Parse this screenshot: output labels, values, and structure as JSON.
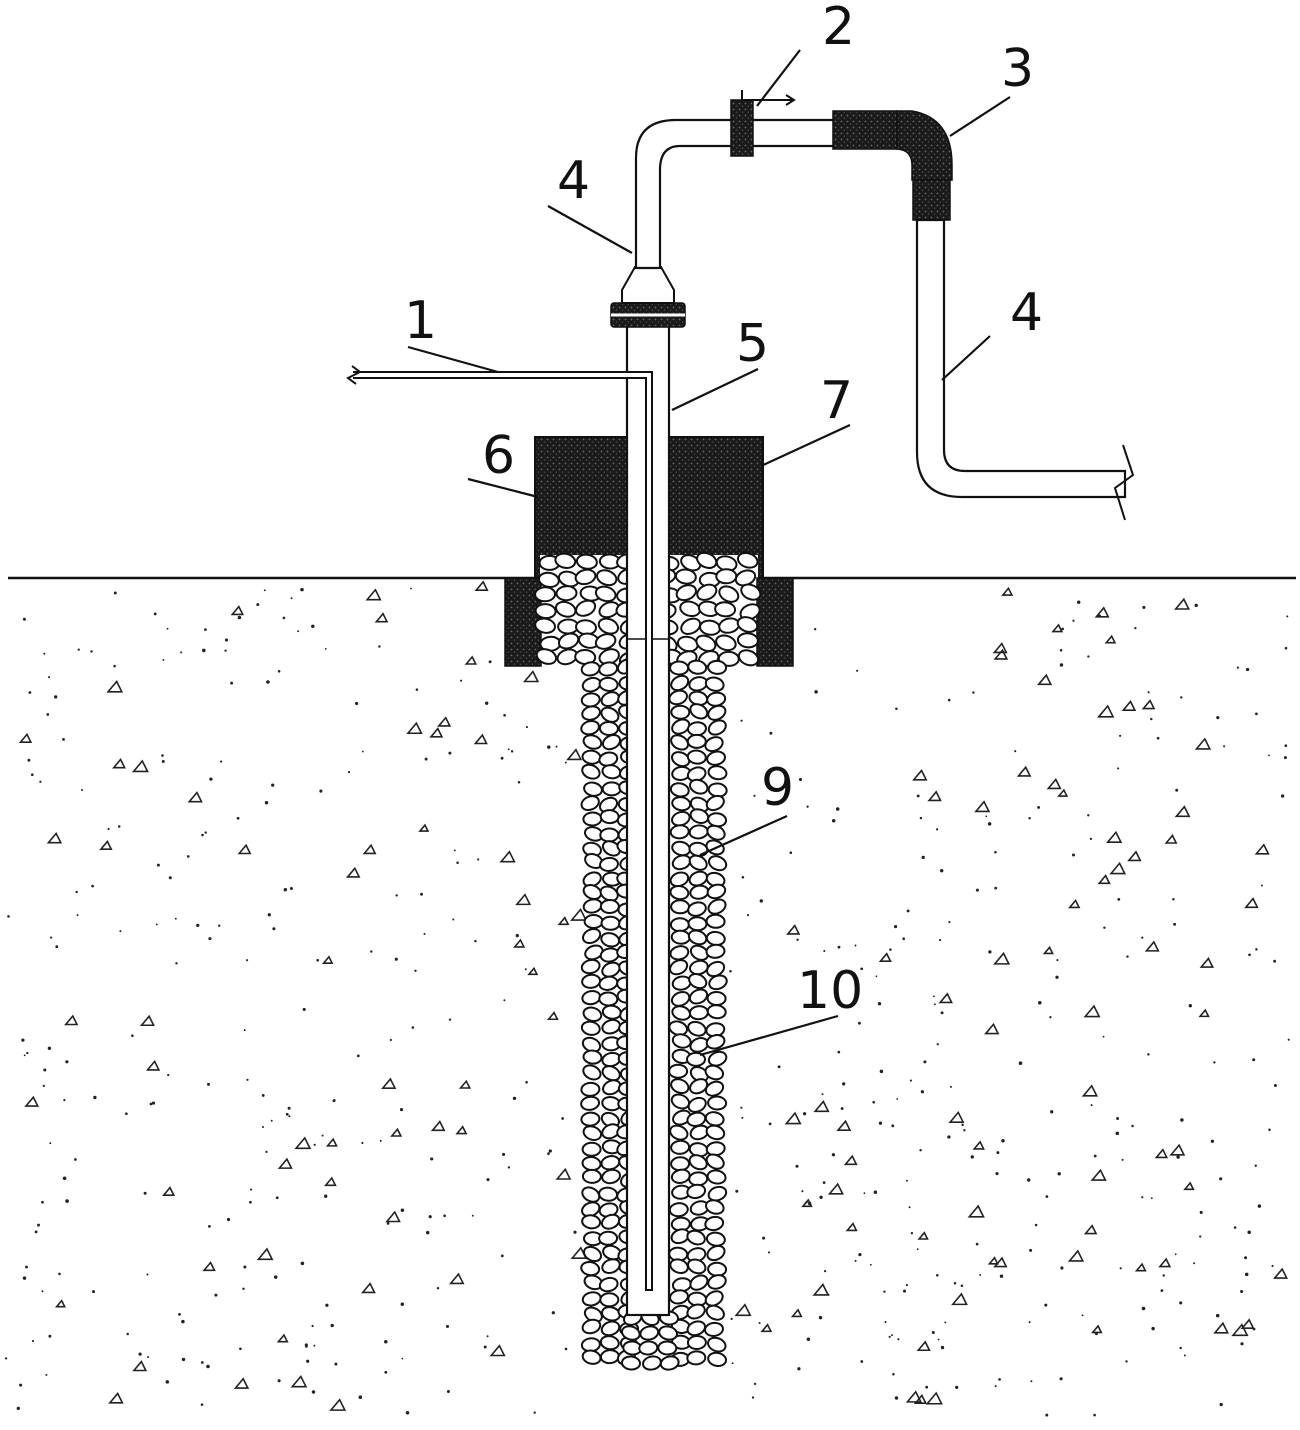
{
  "diagram": {
    "callouts": [
      {
        "id": "1",
        "text": "1"
      },
      {
        "id": "2",
        "text": "2"
      },
      {
        "id": "3",
        "text": "3"
      },
      {
        "id": "4a",
        "text": "4"
      },
      {
        "id": "4b",
        "text": "4"
      },
      {
        "id": "5",
        "text": "5"
      },
      {
        "id": "6",
        "text": "6"
      },
      {
        "id": "7",
        "text": "7"
      },
      {
        "id": "9",
        "text": "9"
      },
      {
        "id": "10",
        "text": "10"
      }
    ],
    "colors": {
      "line": "#111111",
      "fill_dark": "#1a1a1a",
      "background": "#ffffff"
    }
  }
}
